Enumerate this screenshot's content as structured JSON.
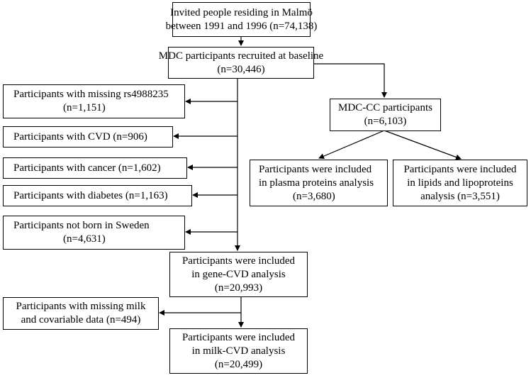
{
  "boxes": {
    "invited": [
      "Invited people residing in Malmö",
      "between 1991 and 1996 (n=74,138)"
    ],
    "baseline": [
      "MDC participants recruited at baseline",
      "(n=30,446)"
    ],
    "missing_rs": [
      "Participants with missing rs4988235",
      "(n=1,151)"
    ],
    "cvd": [
      "Participants with CVD (n=906)"
    ],
    "cancer": [
      "Participants with cancer (n=1,602)"
    ],
    "diabetes": [
      "Participants with diabetes (n=1,163)"
    ],
    "not_born": [
      "Participants not born in Sweden",
      "(n=4,631)"
    ],
    "gene_cvd": [
      "Participants were included",
      "in gene-CVD analysis",
      "(n=20,993)"
    ],
    "missing_milk": [
      "Participants with missing milk",
      "and covariable data (n=494)"
    ],
    "milk_cvd": [
      "Participants were included",
      "in milk-CVD analysis",
      "(n=20,499)"
    ],
    "mdc_cc": [
      "MDC-CC participants",
      "(n=6,103)"
    ],
    "plasma": [
      "Participants were included",
      "in plasma proteins analysis",
      "(n=3,680)"
    ],
    "lipids": [
      "Participants were included",
      "in lipids and lipoproteins",
      "analysis (n=3,551)"
    ]
  }
}
